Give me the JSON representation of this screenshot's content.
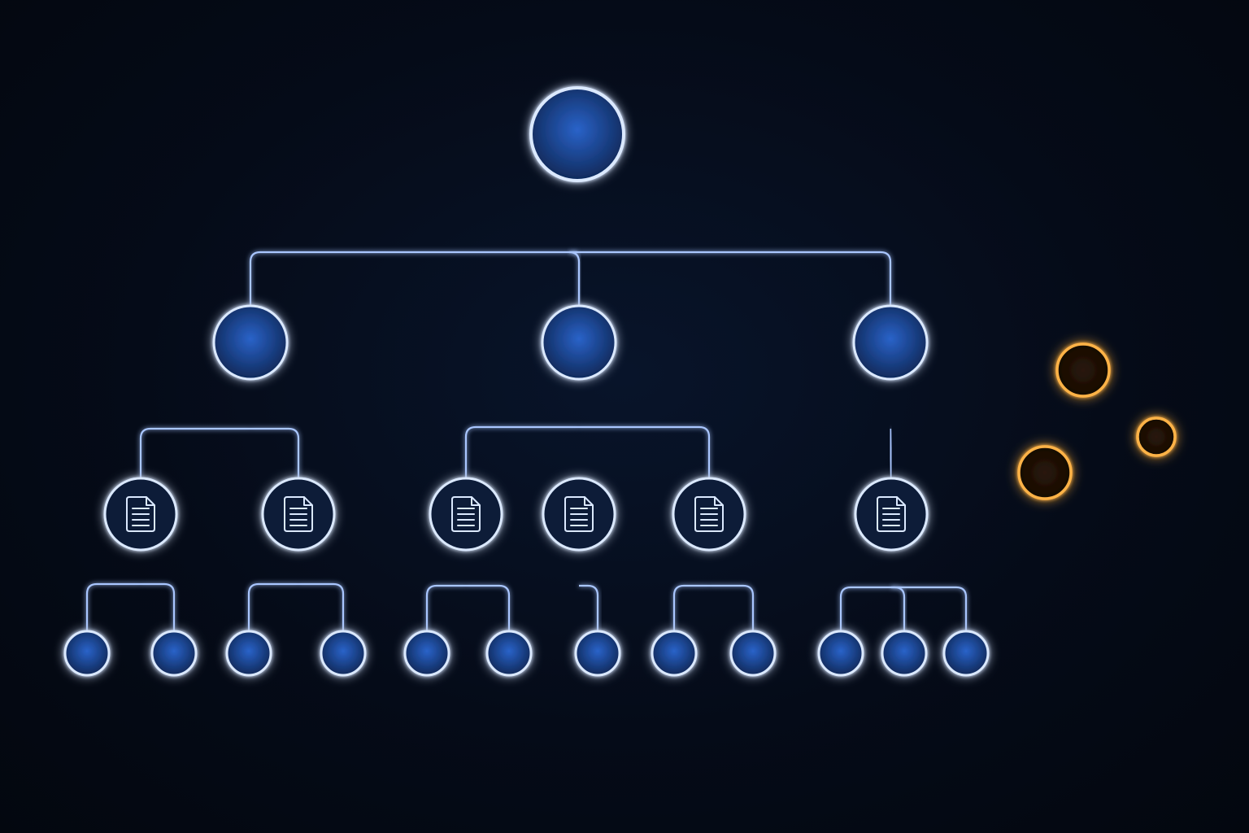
{
  "theme": {
    "background": "#050b18",
    "node_stroke": "#dbe9ff",
    "node_glow": "#2f7bff",
    "node_fill_inner": "#2a63c9",
    "node_fill_outer": "#0d2450",
    "edge_color": "#a9c6ff",
    "edge_glow": "#3b82ff",
    "orphan_stroke": "#ffb347",
    "orphan_glow": "#ff8a1a",
    "orphan_fill": "#1a0f06"
  },
  "diagram": {
    "kind": "tree-hierarchy",
    "levels": [
      {
        "level": 0,
        "role": "root",
        "icon": "none"
      },
      {
        "level": 1,
        "role": "category",
        "icon": "none"
      },
      {
        "level": 2,
        "role": "document",
        "icon": "document-icon"
      },
      {
        "level": 3,
        "role": "leaf",
        "icon": "none"
      }
    ],
    "nodes": [
      {
        "id": "root",
        "level": 0,
        "parent": null
      },
      {
        "id": "c1",
        "level": 1,
        "parent": "root"
      },
      {
        "id": "c2",
        "level": 1,
        "parent": "root"
      },
      {
        "id": "c3",
        "level": 1,
        "parent": "root"
      },
      {
        "id": "d1",
        "level": 2,
        "parent": "c1"
      },
      {
        "id": "d2",
        "level": 2,
        "parent": "c1"
      },
      {
        "id": "d3",
        "level": 2,
        "parent": "c2"
      },
      {
        "id": "d4",
        "level": 2,
        "parent": "c2"
      },
      {
        "id": "d5",
        "level": 2,
        "parent": "c2"
      },
      {
        "id": "d6",
        "level": 2,
        "parent": "c3"
      },
      {
        "id": "l1",
        "level": 3,
        "parent": "d1"
      },
      {
        "id": "l2",
        "level": 3,
        "parent": "d1"
      },
      {
        "id": "l3",
        "level": 3,
        "parent": "d2"
      },
      {
        "id": "l4",
        "level": 3,
        "parent": "d2"
      },
      {
        "id": "l5",
        "level": 3,
        "parent": "d3"
      },
      {
        "id": "l6",
        "level": 3,
        "parent": "d3"
      },
      {
        "id": "l7",
        "level": 3,
        "parent": "d4"
      },
      {
        "id": "l8",
        "level": 3,
        "parent": "d5"
      },
      {
        "id": "l9",
        "level": 3,
        "parent": "d5"
      },
      {
        "id": "l10",
        "level": 3,
        "parent": "d6"
      },
      {
        "id": "l11",
        "level": 3,
        "parent": "d6"
      },
      {
        "id": "l12",
        "level": 3,
        "parent": "d6"
      }
    ],
    "orphans": [
      {
        "id": "o1",
        "size": "large"
      },
      {
        "id": "o2",
        "size": "small"
      },
      {
        "id": "o3",
        "size": "large"
      }
    ]
  }
}
